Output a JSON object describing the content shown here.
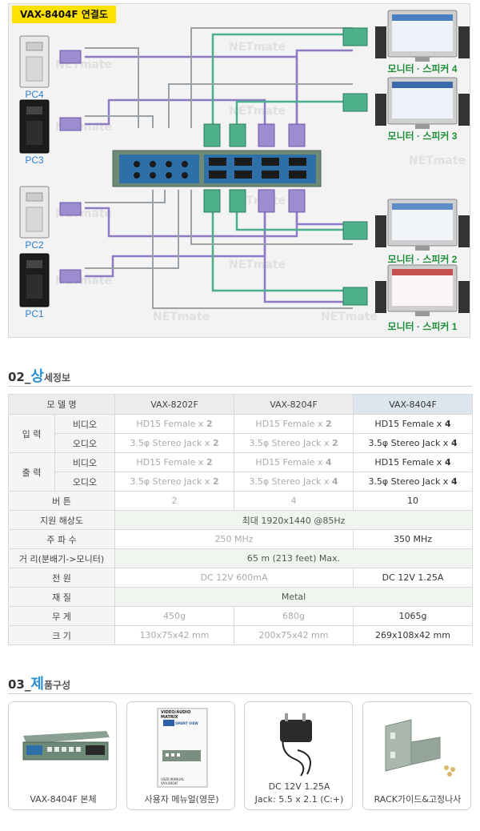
{
  "diagram": {
    "title": "VAX-8404F 연결도",
    "pcs": [
      {
        "label": "PC4"
      },
      {
        "label": "PC3"
      },
      {
        "label": "PC2"
      },
      {
        "label": "PC1"
      }
    ],
    "monitors": [
      {
        "label": "모니터 · 스피커 4"
      },
      {
        "label": "모니터 · 스피커 3"
      },
      {
        "label": "모니터 · 스피커 2"
      },
      {
        "label": "모니터 · 스피커 1"
      }
    ],
    "watermark": "NETmate",
    "colors": {
      "purple_cable": "#8f7bc4",
      "green_cable": "#4cae8c",
      "gray_cable": "#9aa2a8",
      "device_green": "#6e8a76"
    }
  },
  "section2": {
    "num": "02_",
    "big": "상",
    "rest": "세정보"
  },
  "spec": {
    "headers": [
      "모 델 명",
      "VAX-8202F",
      "VAX-8204F",
      "VAX-8404F"
    ],
    "input_label": "입 력",
    "output_label": "출 력",
    "video_label": "비디오",
    "audio_label": "오디오",
    "in_video": [
      "HD15 Female x ",
      "2",
      "HD15 Female x ",
      "2",
      "HD15 Female x ",
      "4"
    ],
    "in_audio": [
      "3.5φ Stereo Jack x ",
      "2",
      "3.5φ Stereo Jack x ",
      "2",
      "3.5φ Stereo Jack x ",
      "4"
    ],
    "out_video": [
      "HD15 Female x ",
      "2",
      "HD15 Female x ",
      "4",
      "HD15 Female x ",
      "4"
    ],
    "out_audio": [
      "3.5φ Stereo Jack x ",
      "2",
      "3.5φ Stereo Jack x ",
      "4",
      "3.5φ Stereo Jack x ",
      "4"
    ],
    "buttons": {
      "label": "버 튼",
      "values": [
        "2",
        "4",
        "10"
      ]
    },
    "resolution": {
      "label": "지원 해상도",
      "value": "최대 1920x1440 @85Hz"
    },
    "frequency": {
      "label": "주 파 수",
      "shared": "250 MHz",
      "highlight": "350 MHz"
    },
    "distance": {
      "label": "거 리(분배기->모니터)",
      "value": "65 m (213 feet) Max."
    },
    "power": {
      "label": "전 원",
      "shared": "DC 12V 600mA",
      "highlight": "DC 12V 1.25A"
    },
    "material": {
      "label": "재 질",
      "value": "Metal"
    },
    "weight": {
      "label": "무 게",
      "values": [
        "450g",
        "680g",
        "1065g"
      ]
    },
    "size": {
      "label": "크 기",
      "values": [
        "130x75x42 mm",
        "200x75x42 mm",
        "269x108x42 mm"
      ]
    }
  },
  "section3": {
    "num": "03_",
    "big": "제",
    "rest": "품구성"
  },
  "components": [
    {
      "caption": "VAX-8404F 본체"
    },
    {
      "caption": "사용자 메뉴얼(영문)",
      "manual_title": "VIDEO/AUDIO MATRIX",
      "manual_brand": "SMART VIEW",
      "manual_footer": "USER MANUAL\nVAX-8404F"
    },
    {
      "caption_line1": "DC 12V 1.25A",
      "caption_line2": "Jack: 5.5 x 2.1 (C:+)"
    },
    {
      "caption": "RACK가이드&고정나사"
    }
  ]
}
